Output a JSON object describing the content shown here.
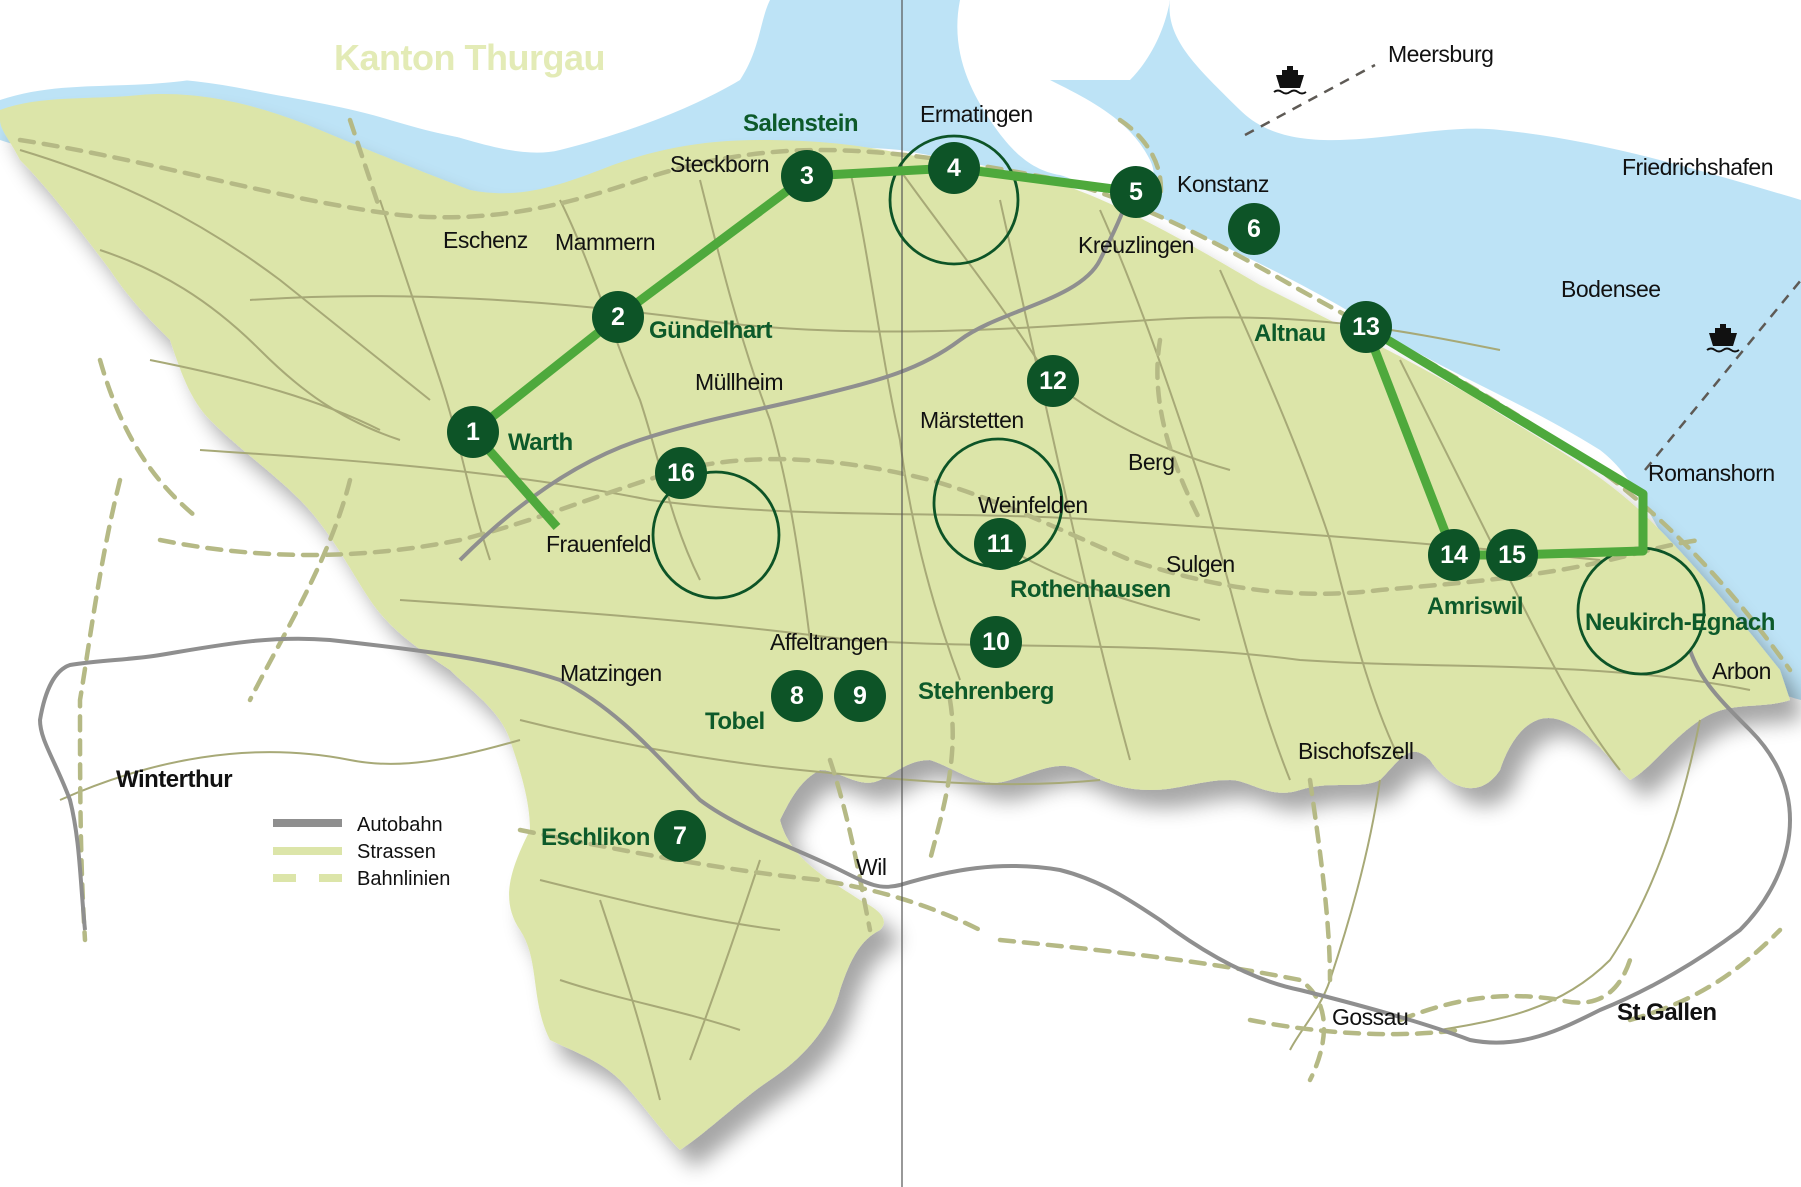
{
  "map": {
    "title": "Kanton Thurgau",
    "lake": "Bodensee",
    "colors": {
      "water": "#bde3f6",
      "land": "#dce5a9",
      "marker": "#0d5427",
      "route": "#4ea93c",
      "road": "#a7a977",
      "rail": "#b5b985",
      "autobahn": "#8f8f8f",
      "stop_label": "#0d5a2a"
    },
    "places": [
      {
        "name": "Meersburg"
      },
      {
        "name": "Friedrichshafen"
      },
      {
        "name": "Ermatingen"
      },
      {
        "name": "Steckborn"
      },
      {
        "name": "Konstanz"
      },
      {
        "name": "Kreuzlingen"
      },
      {
        "name": "Eschenz"
      },
      {
        "name": "Mammern"
      },
      {
        "name": "Müllheim"
      },
      {
        "name": "Märstetten"
      },
      {
        "name": "Berg"
      },
      {
        "name": "Weinfelden"
      },
      {
        "name": "Sulgen"
      },
      {
        "name": "Frauenfeld"
      },
      {
        "name": "Affeltrangen"
      },
      {
        "name": "Matzingen"
      },
      {
        "name": "Bischofszell"
      },
      {
        "name": "Romanshorn"
      },
      {
        "name": "Arbon"
      },
      {
        "name": "Wil"
      },
      {
        "name": "Gossau"
      }
    ],
    "cities_bold": [
      {
        "name": "Winterthur"
      },
      {
        "name": "St.Gallen"
      }
    ],
    "stops": [
      {
        "number": "1",
        "label": "Warth"
      },
      {
        "number": "2",
        "label": "Gündelhart"
      },
      {
        "number": "3",
        "label": "Salenstein"
      },
      {
        "number": "4",
        "label": ""
      },
      {
        "number": "5",
        "label": ""
      },
      {
        "number": "6",
        "label": ""
      },
      {
        "number": "7",
        "label": "Eschlikon"
      },
      {
        "number": "8",
        "label": "Tobel"
      },
      {
        "number": "9",
        "label": ""
      },
      {
        "number": "10",
        "label": "Stehrenberg"
      },
      {
        "number": "11",
        "label": "Rothenhausen"
      },
      {
        "number": "12",
        "label": ""
      },
      {
        "number": "13",
        "label": "Altnau"
      },
      {
        "number": "14",
        "label": "Amriswil"
      },
      {
        "number": "15",
        "label": ""
      },
      {
        "number": "16",
        "label": ""
      }
    ],
    "extra_labels": {
      "neukirch": "Neukirch-Egnach"
    },
    "legend": [
      {
        "label": "Autobahn",
        "style": "autobahn"
      },
      {
        "label": "Strassen",
        "style": "road"
      },
      {
        "label": "Bahnlinien",
        "style": "rail"
      }
    ],
    "ferry_icon": "ferry-ship-icon"
  }
}
